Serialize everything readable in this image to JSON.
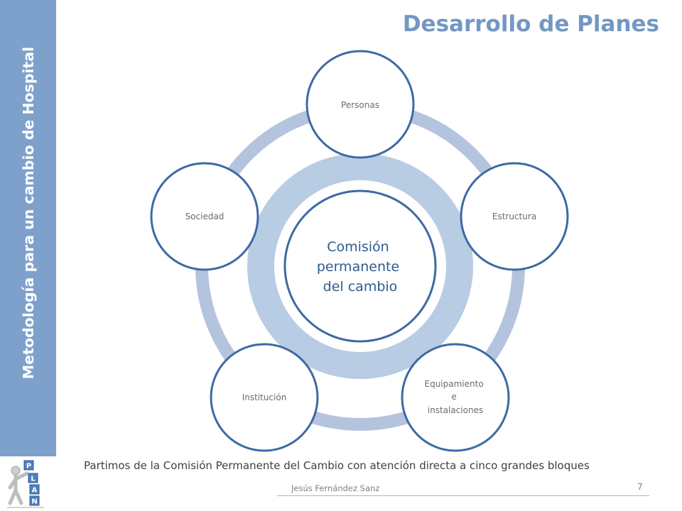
{
  "sidebar": {
    "text": "Metodología para un cambio de Hospital"
  },
  "header": {
    "title": "Desarrollo de Planes"
  },
  "diagram": {
    "center": {
      "lines": [
        "Comisión",
        "permanente",
        "del cambio"
      ]
    },
    "nodes": [
      {
        "lines": [
          "Personas"
        ]
      },
      {
        "lines": [
          "Estructura"
        ]
      },
      {
        "lines": [
          "Equipamiento",
          "e",
          "instalaciones"
        ]
      },
      {
        "lines": [
          "Institución"
        ]
      },
      {
        "lines": [
          "Sociedad"
        ]
      }
    ]
  },
  "caption": "Partimos de la Comisión Permanente del Cambio con atención directa a cinco grandes bloques",
  "footer": {
    "author": "Jesús Fernández Sanz",
    "page": "7"
  },
  "logo": {
    "letters": [
      "P",
      "L",
      "A",
      "N"
    ]
  },
  "colors": {
    "accent": "#7ea1cc",
    "title": "#7397c4",
    "ring_outer": "#b4c4de",
    "ring_inner": "#b8cce4",
    "stroke": "#3d6aa2",
    "center_text": "#2f5c8e"
  }
}
